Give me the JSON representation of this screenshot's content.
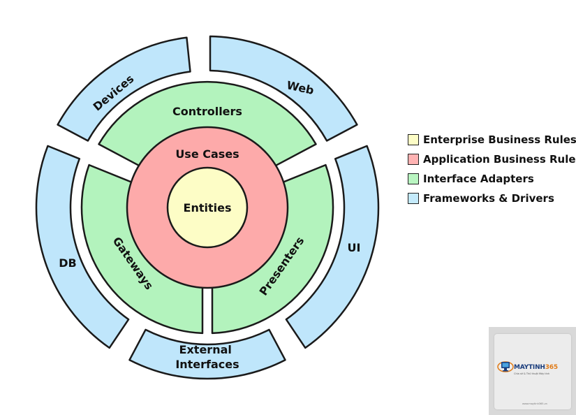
{
  "diagram": {
    "center": {
      "label": "Entities"
    },
    "middle": {
      "label": "Use Cases"
    },
    "adapters": [
      {
        "label": "Controllers"
      },
      {
        "label": "Presenters"
      },
      {
        "label": "Gateways"
      }
    ],
    "frameworks": [
      {
        "label": "Web"
      },
      {
        "label": "UI"
      },
      {
        "label": "External Interfaces"
      },
      {
        "label": "DB"
      },
      {
        "label": "Devices"
      }
    ]
  },
  "legend": {
    "items": [
      {
        "label": "Enterprise Business Rules",
        "color": "#fdfdc6"
      },
      {
        "label": "Application Business Rules",
        "color": "#ffb3b3"
      },
      {
        "label": "Interface Adapters",
        "color": "#b9f5c1"
      },
      {
        "label": "Frameworks & Drivers",
        "color": "#c4eafb"
      }
    ]
  },
  "colors": {
    "enterprise": "#fdfdc6",
    "application": "#fdaaaa",
    "adapters": "#b3f3bd",
    "frameworks": "#bfe6fb",
    "stroke": "#1a1a1a"
  },
  "watermark": {
    "brand_main": "MAYTINH",
    "brand_num": "365",
    "tagline": "Chia sẻ & Thủ thuật Máy tính",
    "url": "www.maytinh365.vn"
  }
}
